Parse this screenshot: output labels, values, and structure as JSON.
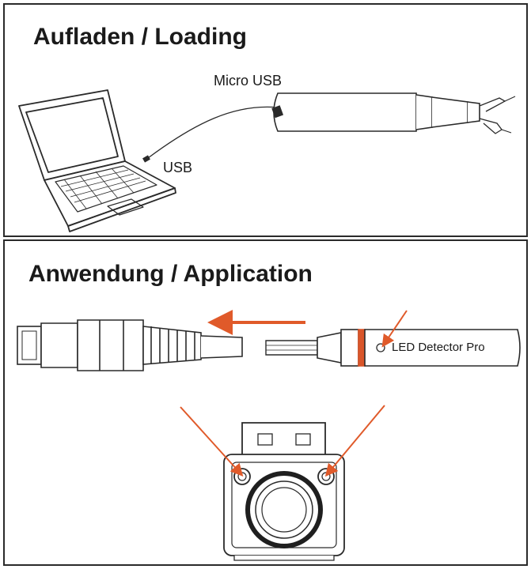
{
  "loading": {
    "title": "Aufladen / Loading",
    "micro_usb_label": "Micro USB",
    "usb_label": "USB"
  },
  "application": {
    "title": "Anwendung / Application",
    "device_label": "LED Detector Pro"
  },
  "colors": {
    "line": "#2a2a2a",
    "arrow": "#e05a2a",
    "accent_band": "#d9552a"
  },
  "icons": [
    "laptop-icon",
    "led-detector-pen-icon",
    "ethernet-connector-icon",
    "socket-front-icon",
    "arrow-icon"
  ]
}
